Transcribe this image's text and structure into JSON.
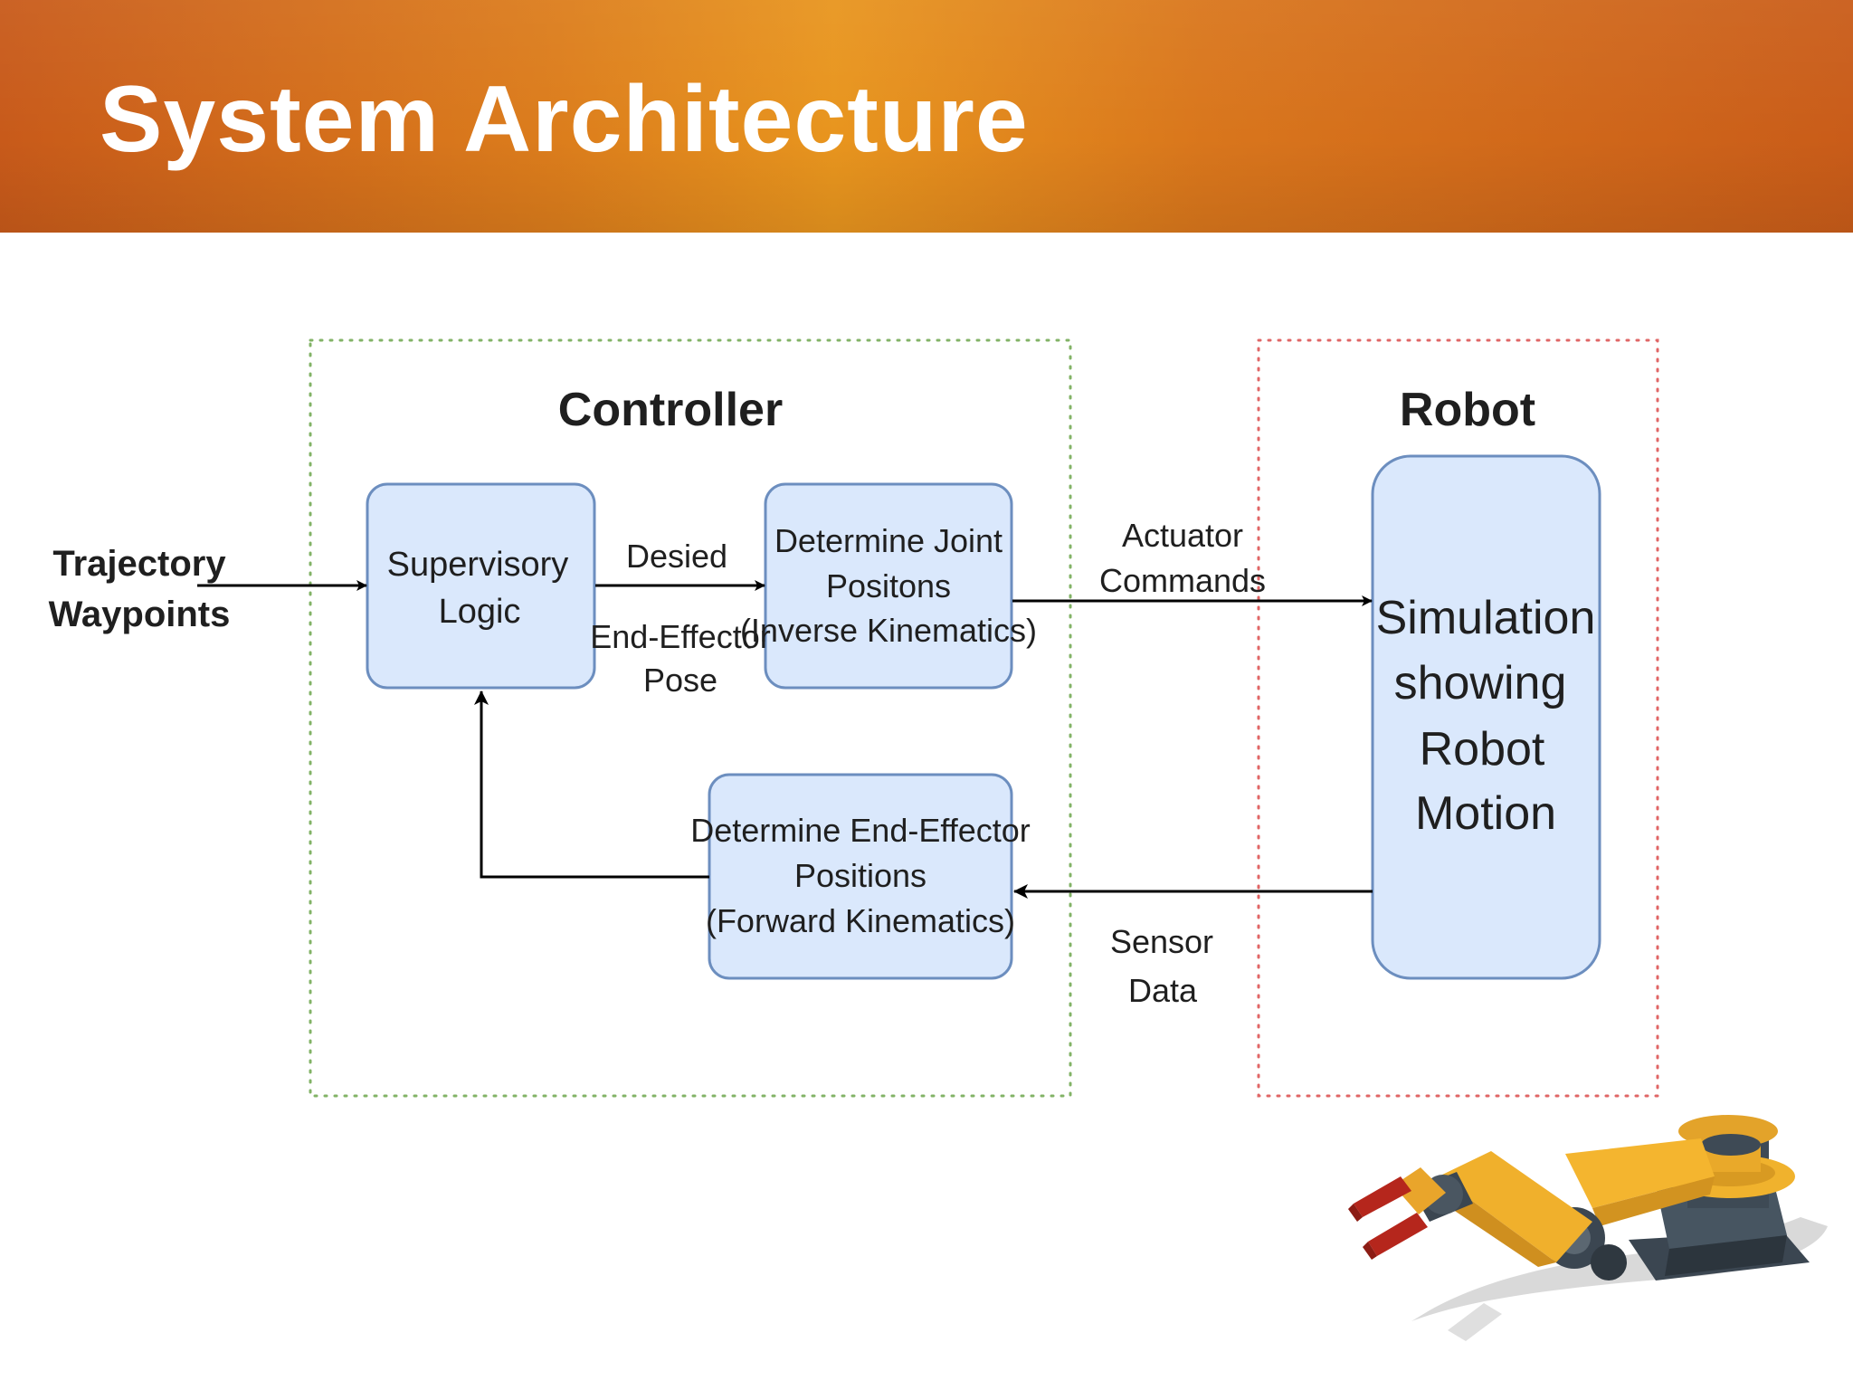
{
  "slide": {
    "title": "System Architecture"
  },
  "colors": {
    "header_start": "#c85a1a",
    "header_mid": "#e8951e",
    "box_fill": "#dae8fc",
    "box_stroke": "#6c8ebf",
    "controller_border": "#82b366",
    "robot_border": "#e06666",
    "arrow": "#000000"
  },
  "diagram": {
    "controller_group": {
      "label": "Controller"
    },
    "robot_group": {
      "label": "Robot"
    },
    "input_label": {
      "line1": "Trajectory",
      "line2": "Waypoints"
    },
    "supervisory_logic": {
      "line1": "Supervisory",
      "line2": "Logic"
    },
    "inverse_kinematics": {
      "line1": "Determine Joint",
      "line2": "Positons",
      "line3": "(Inverse Kinematics)"
    },
    "forward_kinematics": {
      "line1": "Determine End-Effector",
      "line2": "Positions",
      "line3": "(Forward Kinematics)"
    },
    "simulation": {
      "line1": "Simulation",
      "line2": "showing",
      "line3": "Robot",
      "line4": "Motion"
    },
    "desired_pose_label": {
      "line1": "Desied",
      "line2": "End-Effector",
      "line3": "Pose"
    },
    "actuator_label": {
      "line1": "Actuator",
      "line2": "Commands"
    },
    "sensor_label": {
      "line1": "Sensor",
      "line2": "Data"
    }
  },
  "decoration": {
    "robot_arm_icon": "robot-arm-illustration"
  }
}
